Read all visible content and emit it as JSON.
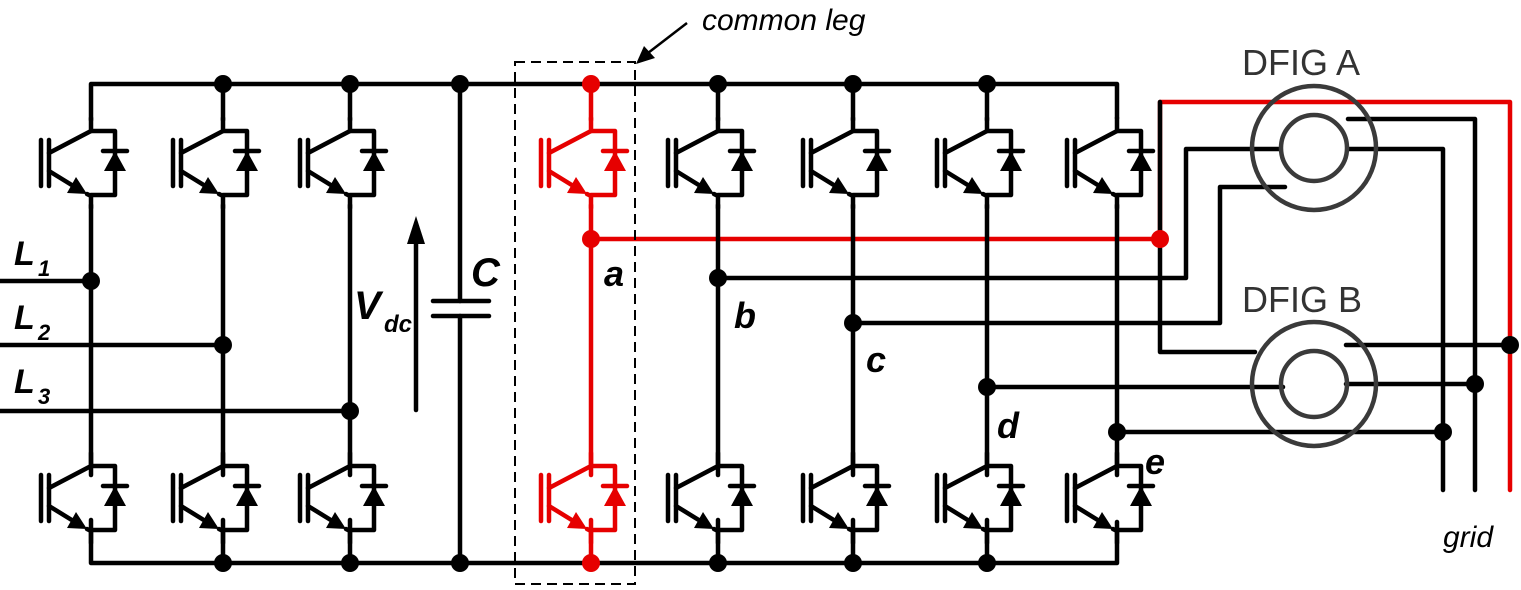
{
  "labels": {
    "common_leg": "common leg",
    "dfig_a": "DFIG A",
    "dfig_b": "DFIG B",
    "grid": "grid",
    "capacitor": "C",
    "vdc_main": "V",
    "vdc_sub": "dc",
    "line_1_main": "L",
    "line_1_sub": "1",
    "line_2_main": "L",
    "line_2_sub": "2",
    "line_3_main": "L",
    "line_3_sub": "3",
    "node_a": "a",
    "node_b": "b",
    "node_c": "c",
    "node_d": "d",
    "node_e": "e"
  },
  "colors": {
    "wire": "#000000",
    "highlight": "#e60000",
    "machine": "#3a3a3a"
  },
  "icons": {
    "switch": "igbt-with-antiparallel-diode-icon",
    "capacitor": "capacitor-icon",
    "machine": "induction-generator-icon"
  }
}
